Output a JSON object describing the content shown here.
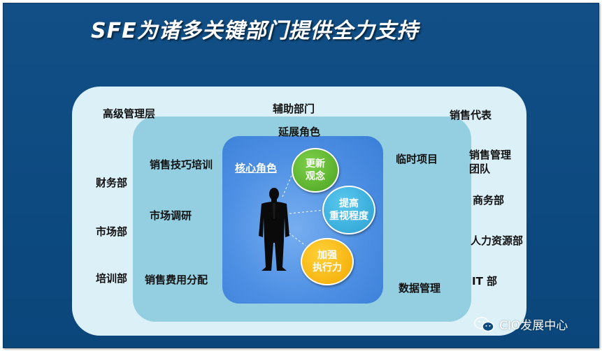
{
  "title": "SFE为诸多关键部门提供全力支持",
  "outer_ring": {
    "top_left": "高级管理层",
    "top_center": "辅助部门",
    "top_right": "销售代表",
    "left": [
      "财务部",
      "市场部",
      "培训部"
    ],
    "right": [
      "销售管理团队",
      "商务部",
      "人力资源部",
      "IT 部"
    ]
  },
  "middle_ring": {
    "title": "延展角色",
    "left": [
      "销售技巧培训",
      "市场调研",
      "销售费用分配"
    ],
    "right": [
      "临时项目",
      "数据管理"
    ]
  },
  "core": {
    "label": "核心角色",
    "bubbles": [
      {
        "line1": "更新",
        "line2": "观念",
        "color": "#5cb82e"
      },
      {
        "line1": "提高",
        "line2": "重视程度",
        "color": "#2fa8dc"
      },
      {
        "line1": "加强",
        "line2": "执行力",
        "color": "#f5b400"
      }
    ]
  },
  "watermark": {
    "text": "CIO发展中心",
    "icon": "wechat-icon"
  },
  "colors": {
    "background": "#0f4c83",
    "outer": "#dcf0f8",
    "middle": "#93cfe1",
    "inner": "#4d8fe3"
  }
}
